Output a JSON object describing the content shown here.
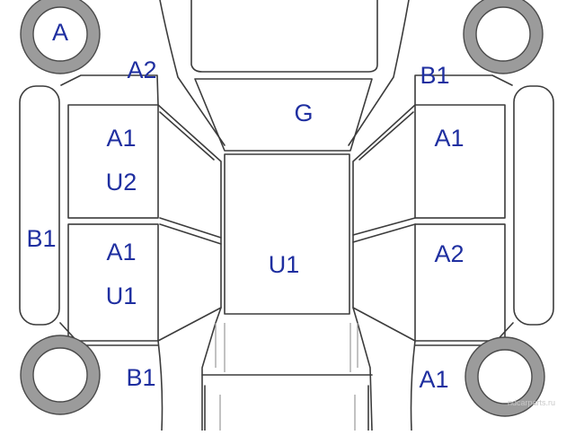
{
  "diagram": {
    "labels": {
      "front_left_wheel": "A",
      "front_left_fender": "A2",
      "front_right_fender": "B1",
      "hood": "G",
      "front_left_door_top": "A1",
      "front_left_door_bottom": "U2",
      "left_sill": "B1",
      "rear_left_door_top": "A1",
      "rear_left_door_bottom": "U1",
      "roof": "U1",
      "front_right_door": "A1",
      "rear_right_door": "A2",
      "rear_left_fender": "B1",
      "rear_right_fender": "A1"
    },
    "watermark": "ndcarparts.ru",
    "colors": {
      "label": "#1f2fa0",
      "line": "#3c3c3c",
      "tire": "#9b9b9b"
    }
  }
}
